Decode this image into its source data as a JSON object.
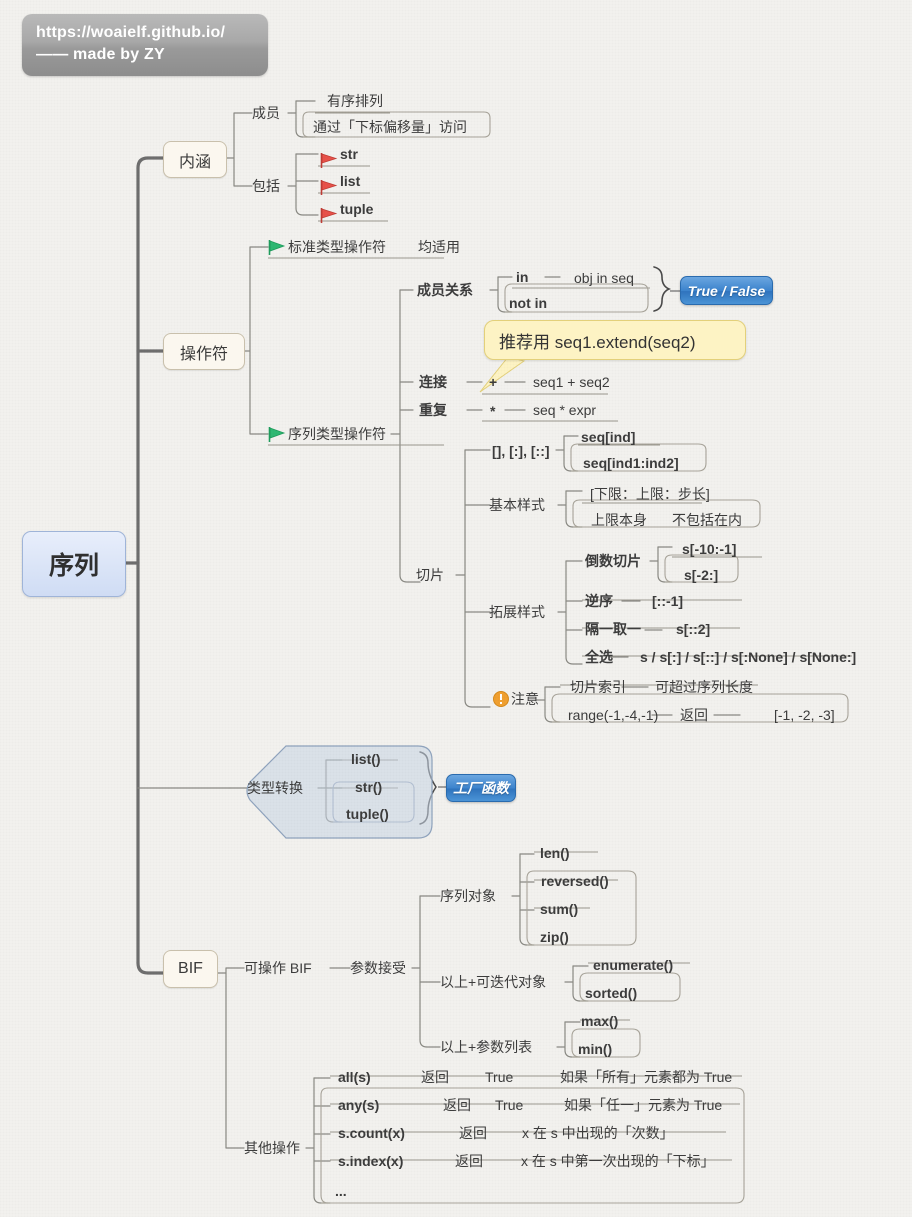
{
  "watermark": {
    "line1": "https://woaielf.github.io/",
    "line2": "—— made by ZY"
  },
  "center": {
    "label": "序列"
  },
  "branches": {
    "connotation": {
      "label": "内涵"
    },
    "operators": {
      "label": "操作符"
    },
    "bif": {
      "label": "BIF"
    }
  },
  "connotation": {
    "member_label": "成员",
    "member_items": [
      "有序排列",
      "通过「下标偏移量」访问"
    ],
    "include_label": "包括",
    "include_items": [
      "str",
      "list",
      "tuple"
    ]
  },
  "operators": {
    "standard_label": "标准类型操作符",
    "standard_note": "均适用",
    "sequence_label": "序列类型操作符",
    "membership": {
      "label": "成员关系",
      "rows": [
        {
          "op": "in",
          "expr": "obj in seq"
        },
        {
          "op": "not in",
          "expr": ""
        }
      ],
      "result_badge": "True / False"
    },
    "callout": "推荐用 seq1.extend(seq2)",
    "concat": {
      "label": "连接",
      "op": "+",
      "expr": "seq1 + seq2"
    },
    "repeat": {
      "label": "重复",
      "op": "*",
      "expr": "seq * expr"
    },
    "slice": {
      "label": "切片",
      "syntax_label": "[], [:], [::]",
      "syntax_items": [
        "seq[ind]",
        "seq[ind1:ind2]"
      ],
      "basic_label": "基本样式",
      "basic_items": [
        {
          "text": "[下限：上限：步长]",
          "note": ""
        },
        {
          "text": "上限本身",
          "note": "不包括在内"
        }
      ],
      "extend_label": "拓展样式",
      "extend_rows": [
        {
          "name": "倒数切片",
          "values": [
            "s[-10:-1]",
            "s[-2:]"
          ]
        },
        {
          "name": "逆序",
          "values": [
            "[::-1]"
          ]
        },
        {
          "name": "隔一取一",
          "values": [
            "s[::2]"
          ]
        },
        {
          "name": "全选",
          "values": [
            "s / s[:] / s[::] / s[:None] / s[None:]"
          ]
        }
      ],
      "note_label": "注意",
      "note_rows": [
        {
          "c1": "切片索引",
          "c2": "可超过序列长度",
          "c3": ""
        },
        {
          "c1": "range(-1,-4,-1)",
          "c2": "返回",
          "c3": "[-1, -2, -3]"
        }
      ]
    }
  },
  "type_conversion": {
    "label": "类型转换",
    "items": [
      "list()",
      "str()",
      "tuple()"
    ],
    "badge": "工厂函数"
  },
  "bif": {
    "operable_label": "可操作 BIF",
    "param_label": "参数接受",
    "groups": [
      {
        "name": "序列对象",
        "items": [
          "len()",
          "reversed()",
          "sum()",
          "zip()"
        ]
      },
      {
        "name": "以上+可迭代对象",
        "items": [
          "enumerate()",
          "sorted()"
        ]
      },
      {
        "name": "以上+参数列表",
        "items": [
          "max()",
          "min()"
        ]
      }
    ],
    "other_label": "其他操作",
    "other_rows": [
      {
        "c1": "all(s)",
        "c2": "返回",
        "c3": "True",
        "c4": "如果「所有」元素都为 True"
      },
      {
        "c1": "any(s)",
        "c2": "返回",
        "c3": "True",
        "c4": "如果「任一」元素为 True"
      },
      {
        "c1": "s.count(x)",
        "c2": "返回",
        "c3": "",
        "c4": "x 在 s 中出现的「次数」"
      },
      {
        "c1": "s.index(x)",
        "c2": "返回",
        "c3": "",
        "c4": "x 在 s 中第一次出现的「下标」"
      },
      {
        "c1": "...",
        "c2": "",
        "c3": "",
        "c4": ""
      }
    ]
  },
  "colors": {
    "background": "#f2f1ee",
    "center_fill": "#cfdcf4",
    "branch_fill": "#fbf7ef",
    "badge_blue": "#3b82cc",
    "callout_yellow": "#fdf3c4",
    "flag_red": "#e8524a",
    "flag_green": "#2eb872",
    "warn_orange": "#f0a030",
    "line": "#6b6b6b"
  }
}
